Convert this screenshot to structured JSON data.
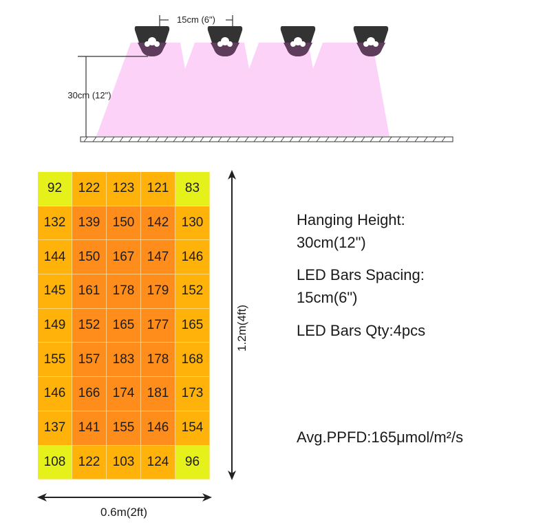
{
  "diagram": {
    "spacing_label": "15cm (6\")",
    "height_label": "30cm (12\")",
    "led_bar_count": 4,
    "light_color": "#f9c6f7",
    "fixture_color": "#333333"
  },
  "info": {
    "hanging_height_label": "Hanging Height:",
    "hanging_height_value": "30cm(12\")",
    "spacing_label": "LED Bars Spacing:",
    "spacing_value": "15cm(6\")",
    "qty": "LED Bars Qty:4pcs",
    "avg_ppfd": "Avg.PPFD:165μmol/m²/s"
  },
  "dimensions": {
    "vertical": "1.2m(4ft)",
    "horizontal": "0.6m(2ft)"
  },
  "colors": {
    "low": "#e6f11c",
    "mid": "#ffb20a",
    "high": "#ff8d1c"
  },
  "chart_data": {
    "type": "heatmap",
    "title": "PPFD distribution",
    "xlabel": "0.6m(2ft)",
    "ylabel": "1.2m(4ft)",
    "rows": 9,
    "cols": 5,
    "unit": "μmol/m²/s",
    "values": [
      [
        92,
        122,
        123,
        121,
        83
      ],
      [
        132,
        139,
        150,
        142,
        130
      ],
      [
        144,
        150,
        167,
        147,
        146
      ],
      [
        145,
        161,
        178,
        179,
        152
      ],
      [
        149,
        152,
        165,
        177,
        165
      ],
      [
        155,
        157,
        183,
        178,
        168
      ],
      [
        146,
        166,
        174,
        181,
        173
      ],
      [
        137,
        141,
        155,
        146,
        154
      ],
      [
        108,
        122,
        103,
        124,
        96
      ]
    ],
    "color_levels": [
      [
        "low",
        "mid",
        "mid",
        "mid",
        "low"
      ],
      [
        "mid",
        "high",
        "high",
        "high",
        "mid"
      ],
      [
        "mid",
        "high",
        "high",
        "high",
        "mid"
      ],
      [
        "mid",
        "high",
        "high",
        "high",
        "mid"
      ],
      [
        "mid",
        "high",
        "high",
        "high",
        "mid"
      ],
      [
        "mid",
        "high",
        "high",
        "high",
        "mid"
      ],
      [
        "mid",
        "high",
        "high",
        "high",
        "mid"
      ],
      [
        "mid",
        "high",
        "high",
        "high",
        "mid"
      ],
      [
        "low",
        "mid",
        "mid",
        "mid",
        "low"
      ]
    ],
    "average": 165
  }
}
